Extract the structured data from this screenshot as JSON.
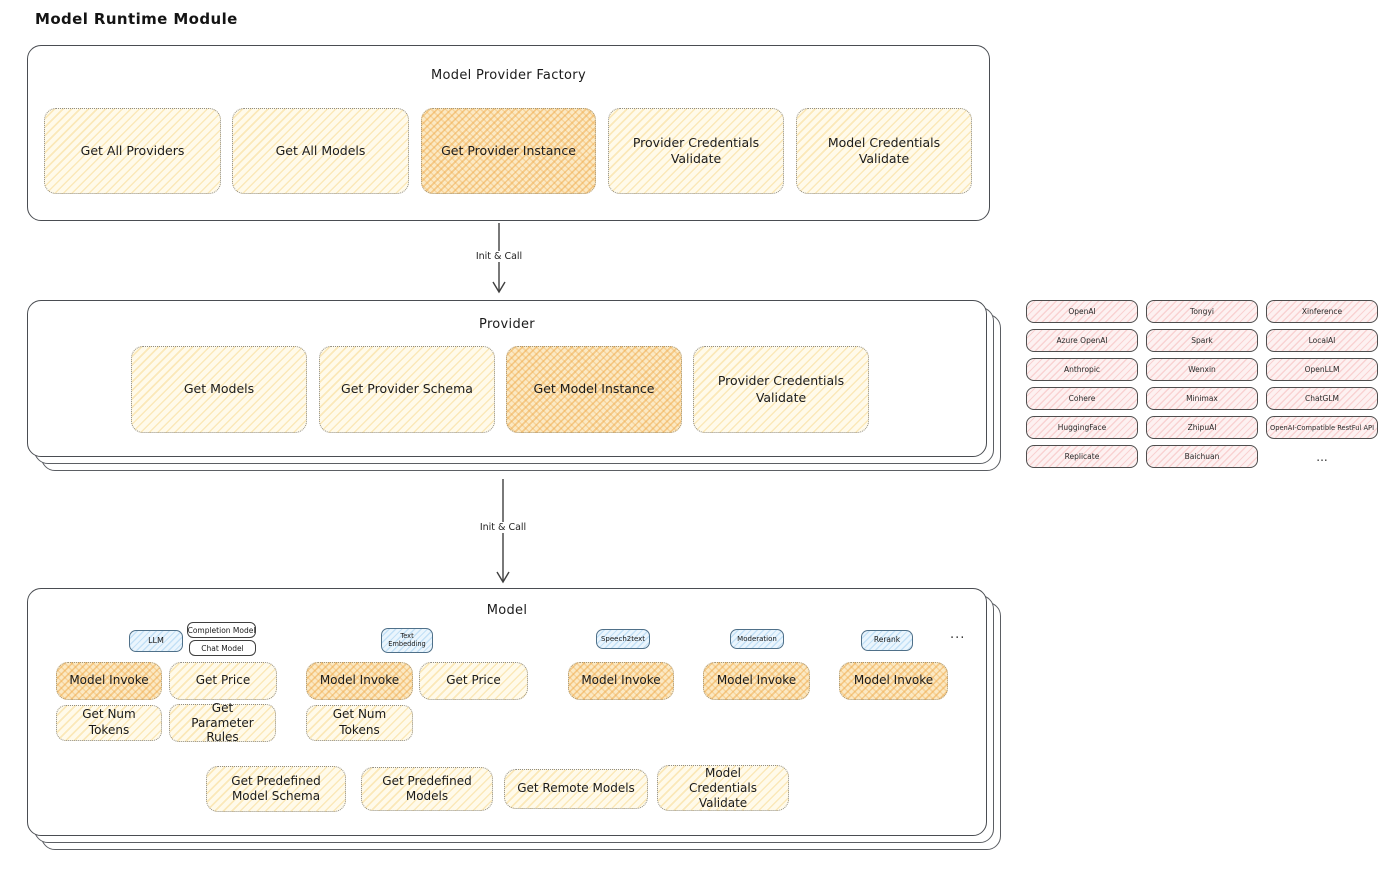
{
  "page_title": "Model Runtime Module",
  "colors": {
    "yellow_fill": "#fffaea",
    "yellow_hatch": "#f6d074",
    "orange_fill": "#fbe9c4",
    "orange_hatch": "#efa948",
    "pink_fill": "#fdf1f1",
    "pink_hatch": "#f3a0a0",
    "blue_fill": "#eaf5fd",
    "blue_hatch": "#8dc4ec",
    "box_border": "#4a4d52",
    "dotted_border": "#8f8d86"
  },
  "arrows": {
    "init_call_1": "Init & Call",
    "init_call_2": "Init & Call"
  },
  "factory": {
    "title": "Model Provider Factory",
    "functions": [
      {
        "label": "Get All Providers",
        "highlight": false
      },
      {
        "label": "Get All Models",
        "highlight": false
      },
      {
        "label": "Get Provider Instance",
        "highlight": true
      },
      {
        "label": "Provider Credentials Validate",
        "highlight": false
      },
      {
        "label": "Model Credentials Validate",
        "highlight": false
      }
    ]
  },
  "provider": {
    "title": "Provider",
    "functions": [
      {
        "label": "Get Models",
        "highlight": false
      },
      {
        "label": "Get Provider Schema",
        "highlight": false
      },
      {
        "label": "Get Model Instance",
        "highlight": true
      },
      {
        "label": "Provider Credentials Validate",
        "highlight": false
      }
    ]
  },
  "providers_list": {
    "items": [
      "OpenAI",
      "Tongyi",
      "Xinference",
      "Azure OpenAI",
      "Spark",
      "LocalAI",
      "Anthropic",
      "Wenxin",
      "OpenLLM",
      "Cohere",
      "Minimax",
      "ChatGLM",
      "HuggingFace",
      "ZhipuAI",
      "OpenAI-Compatible RestFul API",
      "Replicate",
      "Baichuan"
    ],
    "more": "..."
  },
  "model": {
    "title": "Model",
    "types": [
      "LLM",
      "Completion Model",
      "Chat Model",
      "Text Embedding",
      "Speech2text",
      "Moderation",
      "Rerank"
    ],
    "more": "...",
    "row1": [
      {
        "label": "Model Invoke",
        "highlight": true
      },
      {
        "label": "Get Price",
        "highlight": false
      },
      {
        "label": "Model Invoke",
        "highlight": true
      },
      {
        "label": "Get Price",
        "highlight": false
      },
      {
        "label": "Model Invoke",
        "highlight": true
      },
      {
        "label": "Model Invoke",
        "highlight": true
      },
      {
        "label": "Model Invoke",
        "highlight": true
      }
    ],
    "row2": [
      "Get Num Tokens",
      "Get Parameter Rules",
      "Get Num Tokens"
    ],
    "row3": [
      "Get Predefined Model Schema",
      "Get Predefined Models",
      "Get Remote Models",
      "Model Credentials Validate"
    ]
  }
}
